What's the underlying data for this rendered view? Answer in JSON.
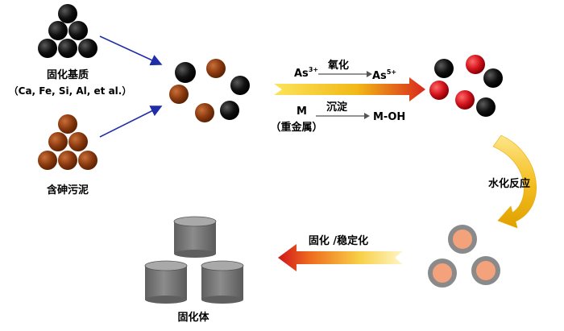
{
  "labels": {
    "matrix": "固化基质",
    "matrix_elements": "（Ca, Fe, Si, Al, et al.）",
    "sludge": "含砷污泥",
    "as3": "As",
    "as3_sup": "3+",
    "oxidation": "氧化",
    "as5": "As",
    "as5_sup": "5+",
    "metal": "M",
    "heavy_metal": "（重金属）",
    "precipitation": "沉淀",
    "m_oh": "M-OH",
    "hydration": "水化反应",
    "stabilization": "固化 /稳定化",
    "solidified": "固化体"
  },
  "colors": {
    "matrix_ball": "#0a0a0a",
    "sludge_ball": "#8b3a0f",
    "oxidized_ball": "#d2141c",
    "hydrated_core": "#f4a27c",
    "hydrated_shell": "#8a8a8a",
    "cylinder": "#7f7f7f",
    "arrow_blue": "#1f2ea8",
    "arrow_gold": "#f2b817",
    "arrow_red": "#d8281c"
  }
}
